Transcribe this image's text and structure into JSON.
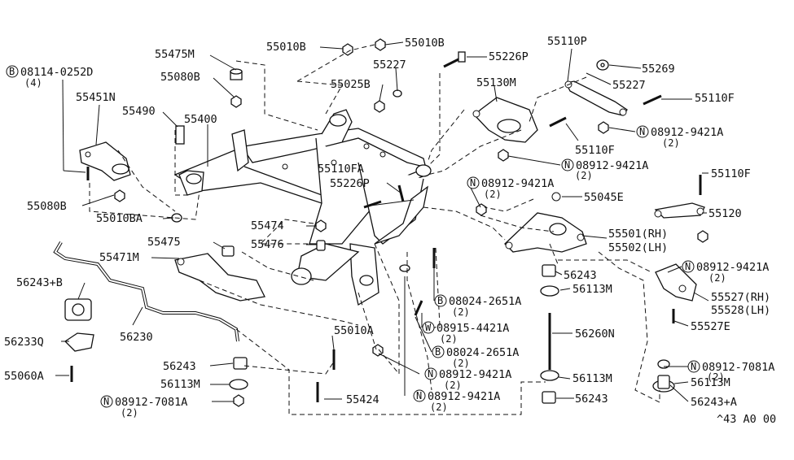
{
  "callouts": {
    "c55475M": "55475M",
    "c55080B_top": "55080B",
    "c55010B_a": "55010B",
    "c55010B_b": "55010B",
    "c55227_a": "55227",
    "c55226P_a": "55226P",
    "c55025B": "55025B",
    "c55110P": "55110P",
    "c55269": "55269",
    "c55227_b": "55227",
    "c55130M": "55130M",
    "c55110F_a": "55110F",
    "bolt_08114": "08114-0252D",
    "qty_4": "(4)",
    "c55451N": "55451N",
    "c55490": "55490",
    "c55400": "55400",
    "n_08912_9421A_a": "08912-9421A",
    "qty_2a": "(2)",
    "c55110F_b": "55110F",
    "n_08912_9421A_b": "08912-9421A",
    "qty_2b": "(2)",
    "c55110FA": "55110FA",
    "c55226P_b": "55226P",
    "n_08912_9421A_c": "08912-9421A",
    "qty_2c": "(2)",
    "c55110F_c": "55110F",
    "c55080B_bot": "55080B",
    "c55010BA": "55010BA",
    "c55045E": "55045E",
    "c55120": "55120",
    "c55474": "55474",
    "c55476": "55476",
    "c55475": "55475",
    "c55501": "55501(RH)",
    "c55502": "55502(LH)",
    "c55471M": "55471M",
    "n_08912_9421A_d": "08912-9421A",
    "qty_2d": "(2)",
    "c56243B": "56243+B",
    "c56243_a": "56243",
    "c56113M_a": "56113M",
    "b_08024_2651A_a": "08024-2651A",
    "qty_2e": "(2)",
    "c55527RH": "55527(RH)",
    "c55528LH": "55528(LH)",
    "w_08915_4421A": "08915-4421A",
    "qty_2f": "(2)",
    "c56230": "56230",
    "c56260N": "56260N",
    "c55527E": "55527E",
    "c56233Q": "56233Q",
    "c55010A": "55010A",
    "b_08024_2651A_b": "08024-2651A",
    "qty_2g": "(2)",
    "n_08912_7081A_a": "08912-7081A",
    "qty_2h": "(2)",
    "c55060A": "55060A",
    "c56243_b": "56243",
    "n_08912_9421A_e": "08912-9421A",
    "qty_2i": "(2)",
    "c56113M_b": "56113M",
    "c56113M_c": "56113M",
    "c56113M_d": "56113M",
    "c55424": "55424",
    "n_08912_9421A_f": "08912-9421A",
    "qty_2j": "(2)",
    "c56243_c": "56243",
    "c56243A": "56243+A",
    "n_08912_7081A_b": "08912-7081A",
    "qty_2k": "(2)",
    "figure_code": "^43 A0 00"
  },
  "symbols": {
    "N": "N",
    "B": "B",
    "W": "W"
  }
}
